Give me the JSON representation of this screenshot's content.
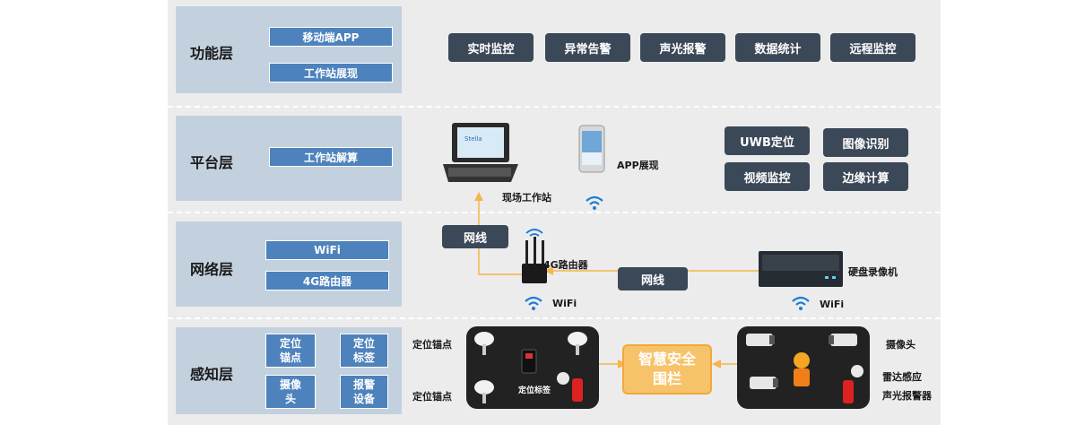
{
  "layers": {
    "function": {
      "title": "功能层",
      "buttons": [
        "移动端APP",
        "工作站展现"
      ],
      "features": [
        "实时监控",
        "异常告警",
        "声光报警",
        "数据统计",
        "远程监控"
      ]
    },
    "platform": {
      "title": "平台层",
      "buttons": [
        "工作站解算"
      ],
      "features": [
        "UWB定位",
        "图像识别",
        "视频监控",
        "边缘计算"
      ],
      "workstation_label": "现场工作站",
      "app_label": "APP展现"
    },
    "network": {
      "title": "网络层",
      "buttons": [
        "WiFi",
        "4G路由器"
      ],
      "link1": "网线",
      "link2": "网线",
      "router_label": "4G路由器",
      "nvr_label": "硬盘录像机",
      "wifi1": "WiFi",
      "wifi2": "WiFi"
    },
    "sensing": {
      "title": "感知层",
      "buttons": [
        "定位\n锚点",
        "定位\n标签",
        "摄像\n头",
        "报警\n设备"
      ],
      "anchor_label_1": "定位锚点",
      "anchor_label_2": "定位锚点",
      "tag_label": "定位标签",
      "fence_label": "智慧安全\n围栏",
      "camera_label": "摄像头",
      "radar_label": "雷达感应",
      "alarm_label": "声光报警器"
    }
  },
  "colors": {
    "layer_bg": "#c3d1df",
    "blue_btn": "#4d82bc",
    "dark_btn": "#3b4858",
    "arrow": "#f5b54a"
  }
}
